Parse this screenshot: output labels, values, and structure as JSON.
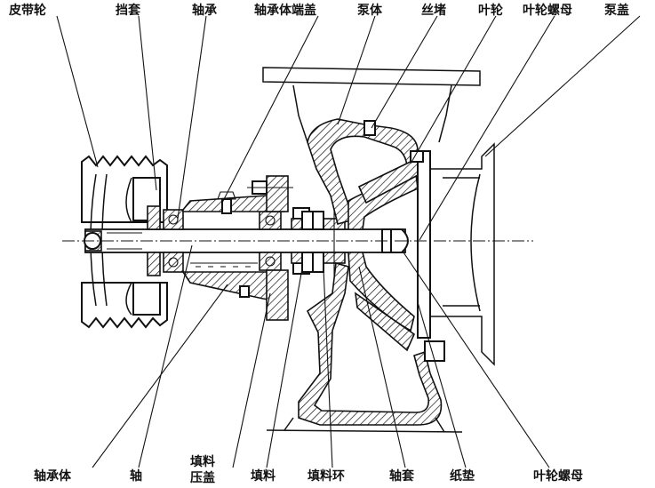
{
  "labels": {
    "top": {
      "belt_pulley": "皮带轮",
      "retaining_sleeve": "挡套",
      "bearing": "轴承",
      "bearing_body_end_cover": "轴承体端盖",
      "pump_body": "泵体",
      "screw_plug": "丝堵",
      "impeller": "叶轮",
      "impeller_nut_top": "叶轮螺母",
      "pump_cover": "泵盖"
    },
    "bottom": {
      "bearing_body": "轴承体",
      "shaft": "轴",
      "packing_gland_line1": "填料",
      "packing_gland_line2": "压盖",
      "packing": "填料",
      "packing_ring": "填料环",
      "shaft_sleeve": "轴套",
      "paper_gasket": "纸垫",
      "impeller_nut_bottom": "叶轮螺母"
    }
  }
}
